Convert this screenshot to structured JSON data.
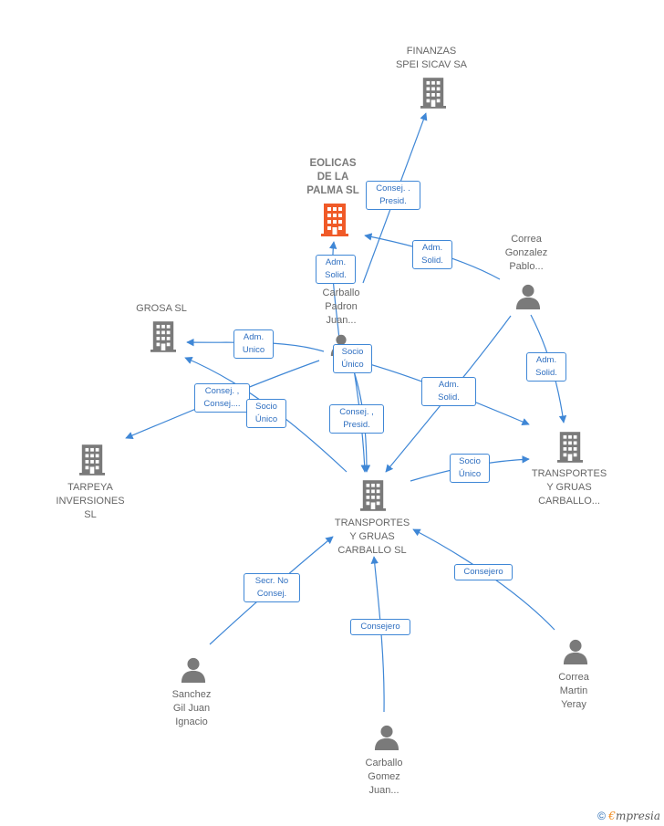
{
  "nodes": {
    "finanzas": "FINANZAS\nSPEI SICAV SA",
    "eolicas": "EOLICAS\nDE LA\nPALMA  SL",
    "grosa": "GROSA SL",
    "tarpeya": "TARPEYA\nINVERSIONES\nSL",
    "transportes_main": "TRANSPORTES\nY GRUAS\nCARBALLO  SL",
    "transportes_right": "TRANSPORTES\nY GRUAS\nCARBALLO...",
    "carballo_padron": "Carballo\nPadron\nJuan...",
    "correa_gonzalez": "Correa\nGonzalez\nPablo...",
    "sanchez_gil": "Sanchez\nGil Juan\nIgnacio",
    "carballo_gomez": "Carballo\nGomez\nJuan...",
    "correa_martin": "Correa\nMartin\nYeray"
  },
  "edges": {
    "consej_presid_1": "Consej. .\nPresid.",
    "adm_solid_1": "Adm.\nSolid.",
    "adm_solid_2": "Adm.\nSolid.",
    "adm_unico": "Adm.\nUnico",
    "socio_unico_1": "Socio\nÚnico",
    "consej_consej": "Consej. ,\nConsej....",
    "socio_unico_2": "Socio\nÚnico",
    "consej_presid_2": "Consej. ,\nPresid.",
    "adm_solid_3": "Adm.\nSolid.",
    "adm_solid_4": "Adm.\nSolid.",
    "socio_unico_3": "Socio\nÚnico",
    "secr_no_consej": "Secr.  No\nConsej.",
    "consejero_1": "Consejero",
    "consejero_2": "Consejero"
  },
  "colors": {
    "edge": "#3f87d6",
    "company_icon": "#7a7a7a",
    "focus_icon": "#f05a28",
    "person_icon": "#7a7a7a"
  },
  "footer": {
    "copyright": "©",
    "brand_initial": "€",
    "brand_rest": "mpresia"
  }
}
